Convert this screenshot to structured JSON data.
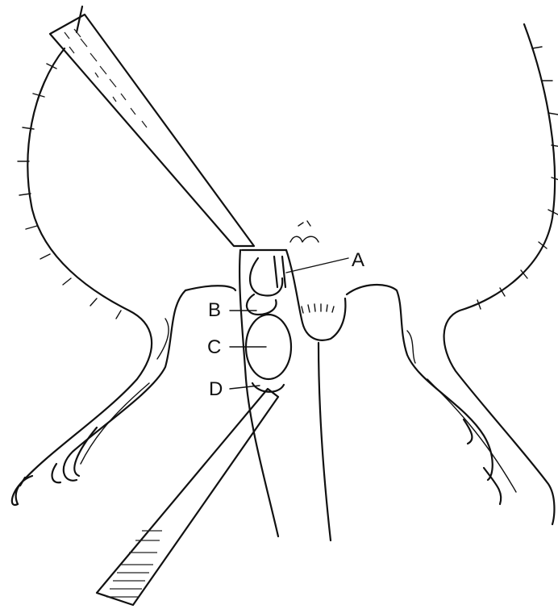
{
  "labels": {
    "a": "A",
    "b": "B",
    "c": "C",
    "d": "D"
  },
  "colors": {
    "background": "#ffffff",
    "ink": "#111111"
  }
}
